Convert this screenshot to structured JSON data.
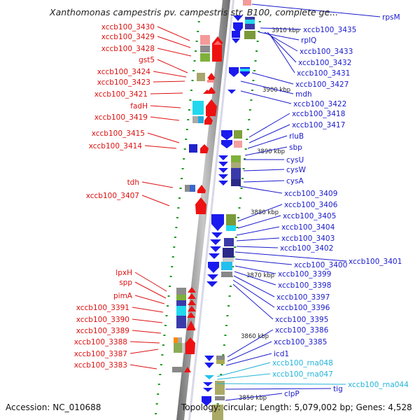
{
  "title": "Xanthomonas campestris pv. campestris str. B100, complete ge...",
  "footer": {
    "accession": "Accession: NC_010688",
    "topology": "Topology: circular; Length: 5,079,002 bp; Genes: 4,528"
  },
  "kbp_markers": [
    "3910 kbp",
    "3900 kbp",
    "3890 kbp",
    "3880 kbp",
    "3870 kbp",
    "3860 kbp",
    "3850 kbp"
  ],
  "left_labels": [
    "xccb100_3430",
    "xccb100_3429",
    "xccb100_3428",
    "gst5",
    "xccb100_3424",
    "xccb100_3423",
    "xccb100_3421",
    "fadH",
    "xccb100_3419",
    "xccb100_3415",
    "xccb100_3414",
    "tdh",
    "xccb100_3407",
    "lpxH",
    "spp",
    "pimA",
    "xccb100_3391",
    "xccb100_3390",
    "xccb100_3389",
    "xccb100_3388",
    "xccb100_3387",
    "xccb100_3383"
  ],
  "right_labels": [
    "rpsM",
    "xccb100_3435",
    "rplQ",
    "xccb100_3433",
    "xccb100_3432",
    "xccb100_3431",
    "xccb100_3427",
    "mdh",
    "xccb100_3422",
    "xccb100_3418",
    "xccb100_3417",
    "rluB",
    "sbp",
    "cysU",
    "cysW",
    "cysA",
    "xccb100_3409",
    "xccb100_3406",
    "xccb100_3405",
    "xccb100_3404",
    "xccb100_3403",
    "xccb100_3402",
    "xccb100_3401",
    "xccb100_3400",
    "xccb100_3399",
    "xccb100_3398",
    "xccb100_3397",
    "xccb100_3396",
    "xccb100_3395",
    "xccb100_3386",
    "xccb100_3385",
    "icd1",
    "xccb100_rna048",
    "xccb100_rna047",
    "xccb100_rna044",
    "tig",
    "clpP"
  ],
  "colors": {
    "forward_strand": "#ee1111",
    "reverse_strand": "#1a1aee",
    "left_label": "#dd1111",
    "right_label": "#1a1acc",
    "rna_label": "#22b4d8",
    "backbone": "#8a8a8a",
    "tick": "#1e9a1e"
  }
}
